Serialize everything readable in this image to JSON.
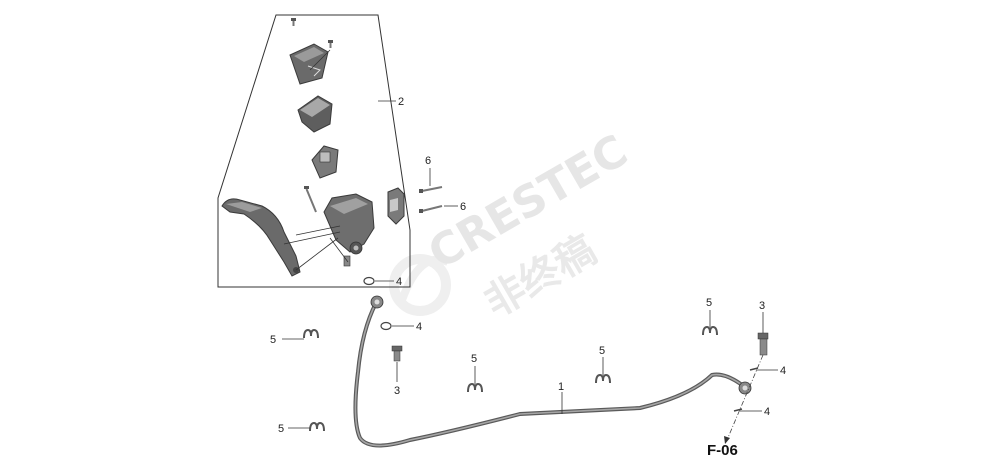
{
  "watermark": {
    "latin": "CRESTEC",
    "cjk": "非终稿"
  },
  "callouts": {
    "c1": "1",
    "c2": "2",
    "c3a": "3",
    "c3b": "3",
    "c4a": "4",
    "c4b": "4",
    "c4c": "4",
    "c4d": "4",
    "c5a": "5",
    "c5b": "5",
    "c5c": "5",
    "c5d": "5",
    "c5e": "5",
    "c6a": "6",
    "c6b": "6"
  },
  "reference": "F-06",
  "colors": {
    "part_dark": "#5a5a5a",
    "part_mid": "#8c8c8c",
    "part_light": "#c4c4c4",
    "hose": "#7a7a7a",
    "outline": "#333333"
  }
}
